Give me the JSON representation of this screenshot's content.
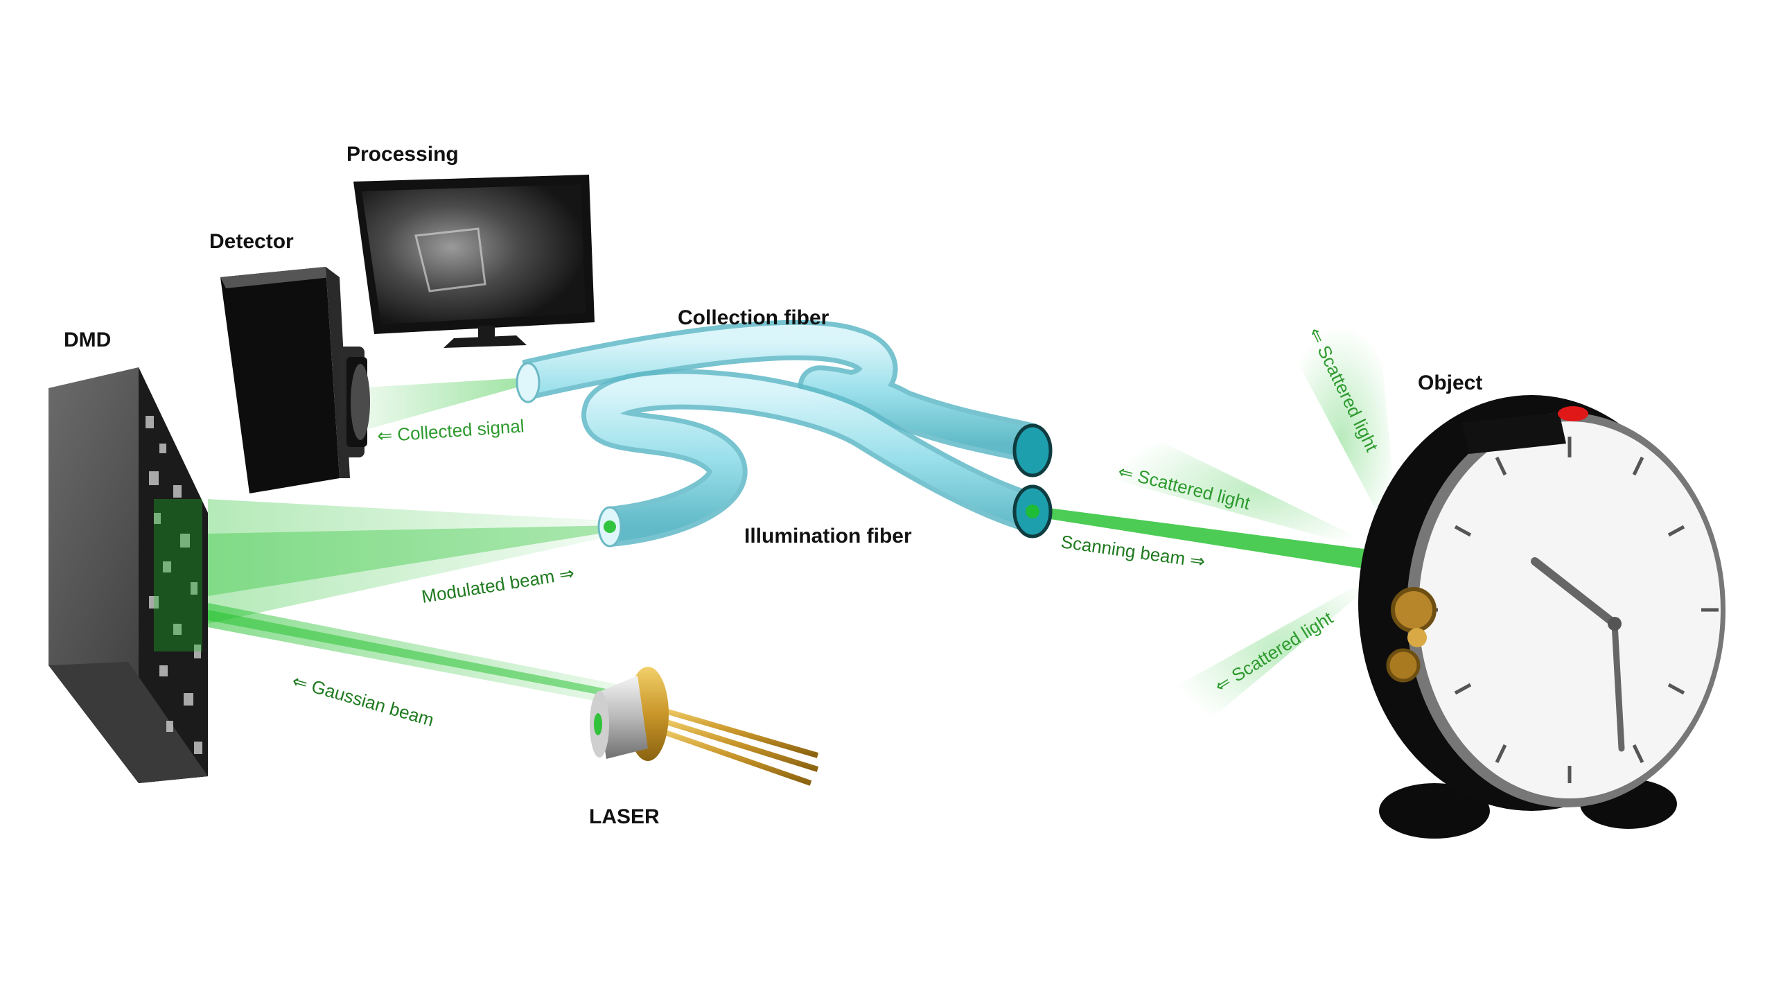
{
  "labels": {
    "processing": "Processing",
    "detector": "Detector",
    "dmd": "DMD",
    "collection_fiber": "Collection fiber",
    "illumination_fiber": "Illumination fiber",
    "laser": "LASER",
    "object": "Object"
  },
  "beams": {
    "collected_signal": "⇐ Collected signal",
    "modulated_beam": "Modulated beam ⇒",
    "gaussian_beam": "⇐ Gaussian beam",
    "scanning_beam": "Scanning beam ⇒",
    "scattered_light_top": "⇐ Scattered light",
    "scattered_light_mid": "⇐ Scattered light",
    "scattered_light_low": "⇐ Scattered light"
  },
  "colors": {
    "beam_green": "#1fbf2a",
    "label_green": "#2e9a2e",
    "fiber_cyan": "#9fe3ee",
    "clock_red_button": "#e01818"
  },
  "icons": [
    "dmd-device-icon",
    "detector-camera-icon",
    "monitor-icon",
    "fiber-bundle-icon",
    "laser-diode-icon",
    "alarm-clock-icon"
  ]
}
